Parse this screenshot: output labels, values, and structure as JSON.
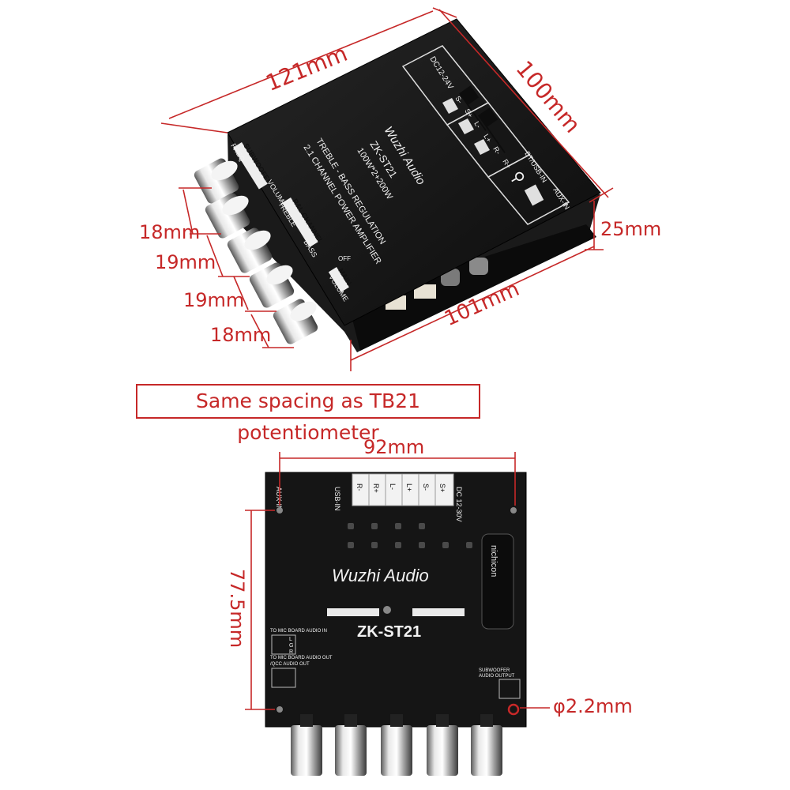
{
  "dimensions": {
    "width": "121mm",
    "depth": "100mm",
    "height": "25mm",
    "base_length": "101mm",
    "knob_spacing": [
      "18mm",
      "19mm",
      "19mm",
      "18mm"
    ],
    "hole_span_x": "92mm",
    "hole_span_y": "77.5mm",
    "hole_diameter": "φ2.2mm"
  },
  "note": "Same spacing as TB21 potentiometer",
  "board_top": {
    "brand": "Wuzhi Audio",
    "model": "ZK-ST21",
    "line1": "TREBLE - BASS REGULATION",
    "line2": "2.1 CHANNEL POWER AMPLIFIER",
    "power_rating": "100W*2+200W",
    "left_label_1": "SUBWOOFER",
    "left_label_2": "FREQ",
    "left_label_3": "VOLUME",
    "channel_label": "R&L CHANNEL",
    "treble": "TREBLE",
    "bass": "BASS",
    "main": "MAIN",
    "main_volume": "VOLUME",
    "off": "OFF",
    "right_labels": [
      "DC12-24V",
      "S-",
      "S+",
      "L-",
      "L+",
      "R-",
      "R+",
      "BT/USB-IN",
      "AUX-IN"
    ]
  },
  "board_bottom": {
    "brand": "Wuzhi Audio",
    "model": "ZK-ST21",
    "aux_in": "AUX-IN",
    "usb_in": "USB-IN",
    "terminals": [
      "R-",
      "R+",
      "L-",
      "L+",
      "S-",
      "S+"
    ],
    "dc": "DC 12-30V",
    "mic_in": "TO MIC BOARD AUDIO IN",
    "mic_out": "TO MIC BOARD AUDIO OUT",
    "dqcc_out": "/QCC AUDIO OUT",
    "sub_out_1": "SUBWOOFER",
    "sub_out_2": "AUDIO OUTPUT",
    "pin_letters": [
      "L",
      "G",
      "R"
    ],
    "capacitor": "nichicon"
  },
  "colors": {
    "accent": "#c62828",
    "board": "#121212"
  }
}
